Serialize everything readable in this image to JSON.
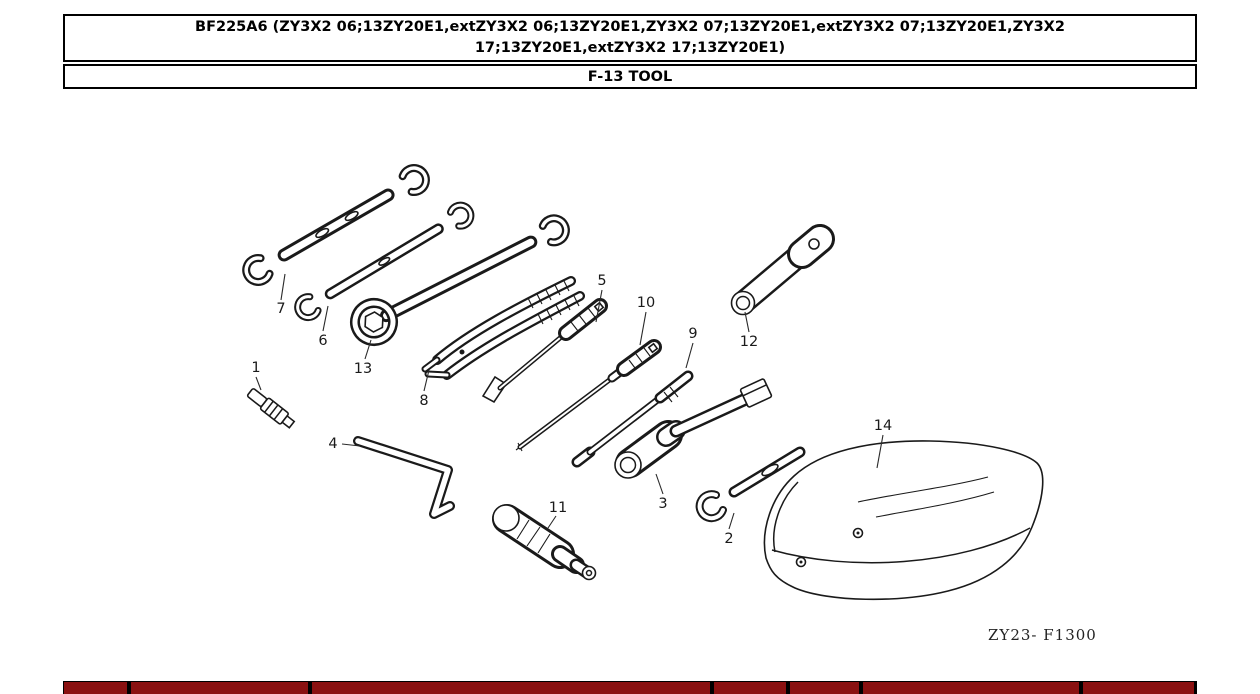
{
  "header": {
    "title": "BF225A6 (ZY3X2 06;13ZY20E1,extZY3X2 06;13ZY20E1,ZY3X2 07;13ZY20E1,extZY3X2 07;13ZY20E1,ZY3X2 17;13ZY20E1,extZY3X2 17;13ZY20E1)",
    "section": "F-13 TOOL"
  },
  "diagram": {
    "code": "ZY23- F1300",
    "callouts": [
      "1",
      "2",
      "3",
      "4",
      "5",
      "6",
      "7",
      "8",
      "9",
      "10",
      "11",
      "12",
      "13",
      "14"
    ]
  },
  "colors": {
    "line": "#1a1a1a",
    "nav_button": "#8a1111",
    "background": "#ffffff"
  }
}
